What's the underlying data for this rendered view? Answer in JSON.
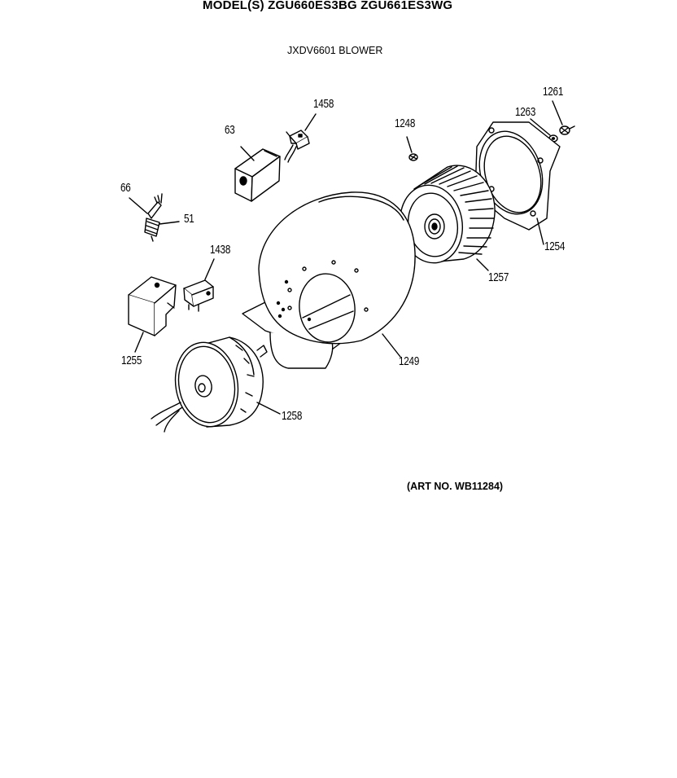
{
  "header": {
    "models": "MODEL(S)  ZGU660ES3BG ZGU661ES3WG",
    "subtitle": "JXDV6601 BLOWER",
    "art_number": "(ART NO. WB11284)"
  },
  "parts": {
    "p63": "63",
    "p1458": "1458",
    "p1248": "1248",
    "p1261": "1261",
    "p1263": "1263",
    "p66": "66",
    "p51": "51",
    "p1438": "1438",
    "p1254": "1254",
    "p1257": "1257",
    "p1255": "1255",
    "p1249": "1249",
    "p1258": "1258"
  },
  "colors": {
    "ink": "#000000",
    "paper": "#ffffff"
  }
}
